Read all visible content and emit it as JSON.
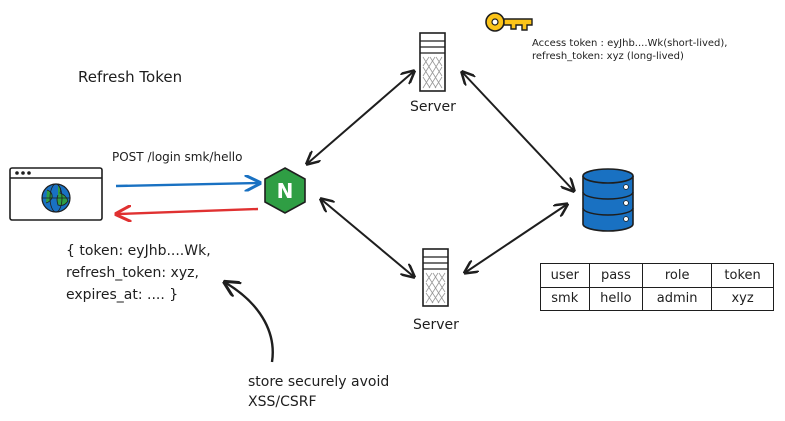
{
  "title": "Refresh Token",
  "request_label": "POST /login smk/hello",
  "response_lines": [
    "{ token: eyJhb....Wk,",
    "refresh_token: xyz,",
    "expires_at: .... }"
  ],
  "note_lines": [
    "store securely avoid",
    "XSS/CSRF"
  ],
  "servers": [
    "Server",
    "Server"
  ],
  "key_note_lines": [
    "Access token : eyJhb....Wk(short-lived),",
    "refresh_token: xyz (long-lived)"
  ],
  "nginx_letter": "N",
  "table": {
    "headers": [
      "user",
      "pass",
      "role",
      "token"
    ],
    "rows": [
      [
        "smk",
        "hello",
        "admin",
        "xyz"
      ]
    ]
  },
  "colors": {
    "request_arrow": "#1971c2",
    "response_arrow": "#e03131",
    "nginx": "#2f9e44",
    "database": "#1971c2",
    "key": "#fcc419"
  },
  "icons": [
    "browser-window-icon",
    "globe-icon",
    "nginx-icon",
    "server-icon",
    "database-icon",
    "key-icon"
  ]
}
